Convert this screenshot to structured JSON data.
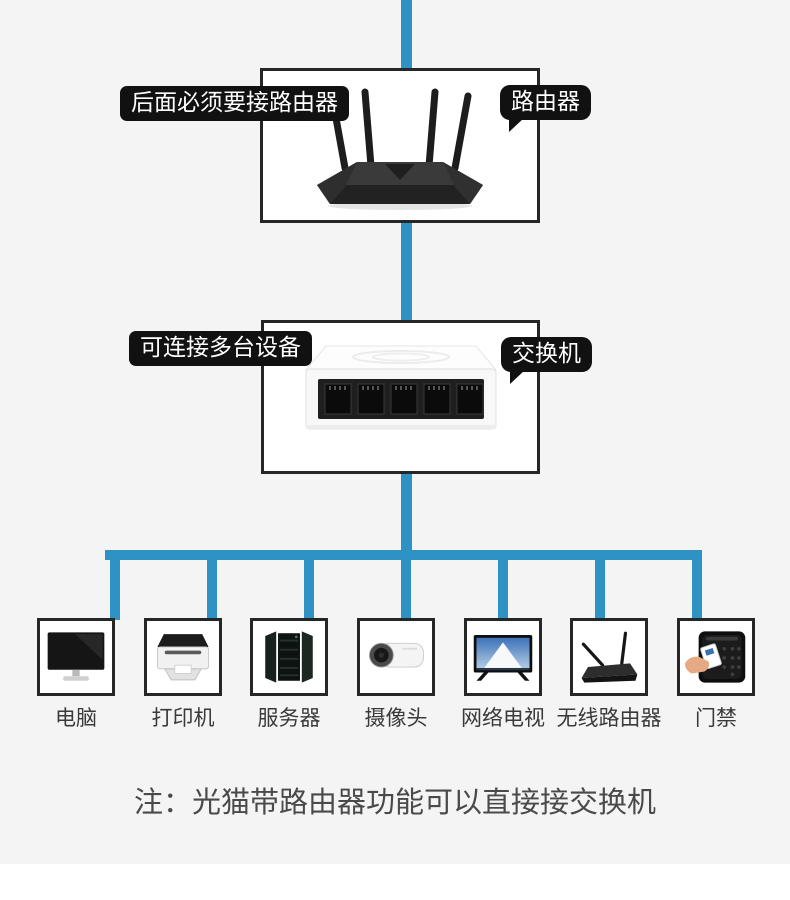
{
  "colors": {
    "accent": "#2E93C4",
    "canvas_bg": "#F4F4F5",
    "page_bg": "#FFFFFF",
    "box_border": "#262626",
    "callout_bg": "#111111",
    "callout_text": "#FFFFFF",
    "device_label_text": "#3A3A3A",
    "note_text": "#4A4A4A"
  },
  "router_section": {
    "annotation": "后面必须要接路由器",
    "device_label": "路由器",
    "device_icon": "router-icon"
  },
  "switch_section": {
    "annotation": "可连接多台设备",
    "device_label": "交换机",
    "device_icon": "switch-icon"
  },
  "devices": [
    {
      "label": "电脑",
      "icon": "computer-icon"
    },
    {
      "label": "打印机",
      "icon": "printer-icon"
    },
    {
      "label": "服务器",
      "icon": "server-icon"
    },
    {
      "label": "摄像头",
      "icon": "camera-icon"
    },
    {
      "label": "网络电视",
      "icon": "tv-icon"
    },
    {
      "label": "无线路由器",
      "icon": "wireless-router-icon"
    },
    {
      "label": "门禁",
      "icon": "access-control-icon"
    }
  ],
  "note": "注：光猫带路由器功能可以直接接交换机"
}
